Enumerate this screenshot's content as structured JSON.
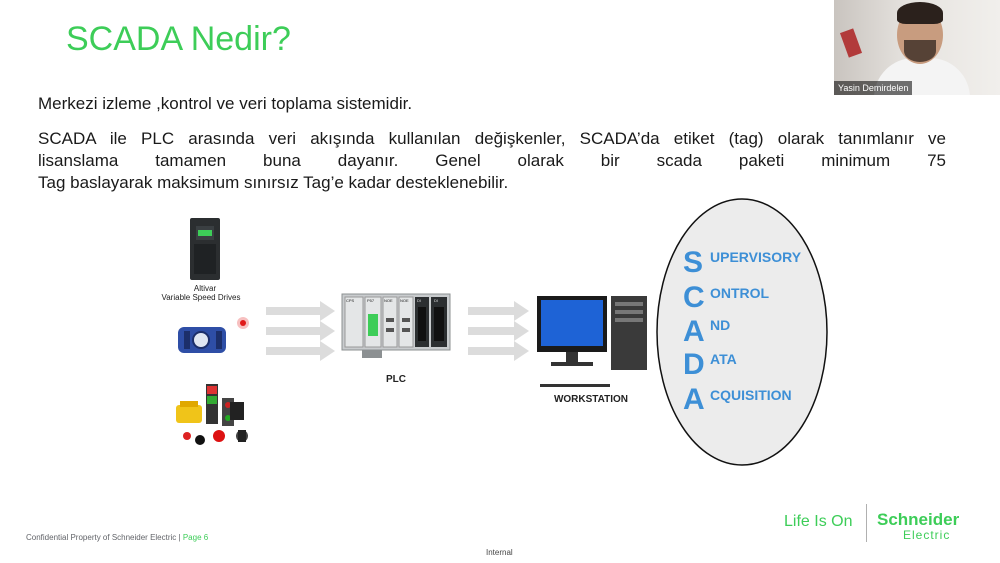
{
  "slide": {
    "title": "SCADA Nedir?",
    "paragraph1": "Merkezi izleme ,kontrol ve veri toplama sistemidir.",
    "paragraph2_lines": [
      "SCADA ile PLC arasında veri akışında kullanılan değişkenler, SCADA’da etiket (tag) olarak tanımlanır ve",
      "lisanslama tamamen buna dayanır. Genel olarak bir scada paketi minimum 75",
      "Tag baslayarak maksimum sınırsız Tag’e kadar desteklenebilir."
    ]
  },
  "diagram": {
    "drive_label_line1": "Altivar",
    "drive_label_line2": "Variable Speed Drives",
    "plc_label": "PLC",
    "workstation_label": "WORKSTATION",
    "scada_letters": [
      "S",
      "C",
      "A",
      "D",
      "A"
    ],
    "scada_words": [
      "UPERVISORY",
      "ONTROL",
      "ND",
      "ATA",
      "CQUISITION"
    ],
    "plc_module_labels": [
      "CPS",
      "P57",
      "NOE",
      "NOE",
      "DI",
      "DI"
    ]
  },
  "webcam": {
    "participant_name": "Yasin Demirdelen"
  },
  "footer": {
    "confidential": "Confidential Property of Schneider Electric |",
    "page": "Page 6",
    "classification": "Internal",
    "tagline": "Life Is On",
    "brand_name": "Schneider",
    "brand_sub": "Electric"
  },
  "colors": {
    "title_green": "#3dcd58",
    "scada_blue": "#3d8fd6",
    "screen_blue": "#1e63d6"
  }
}
